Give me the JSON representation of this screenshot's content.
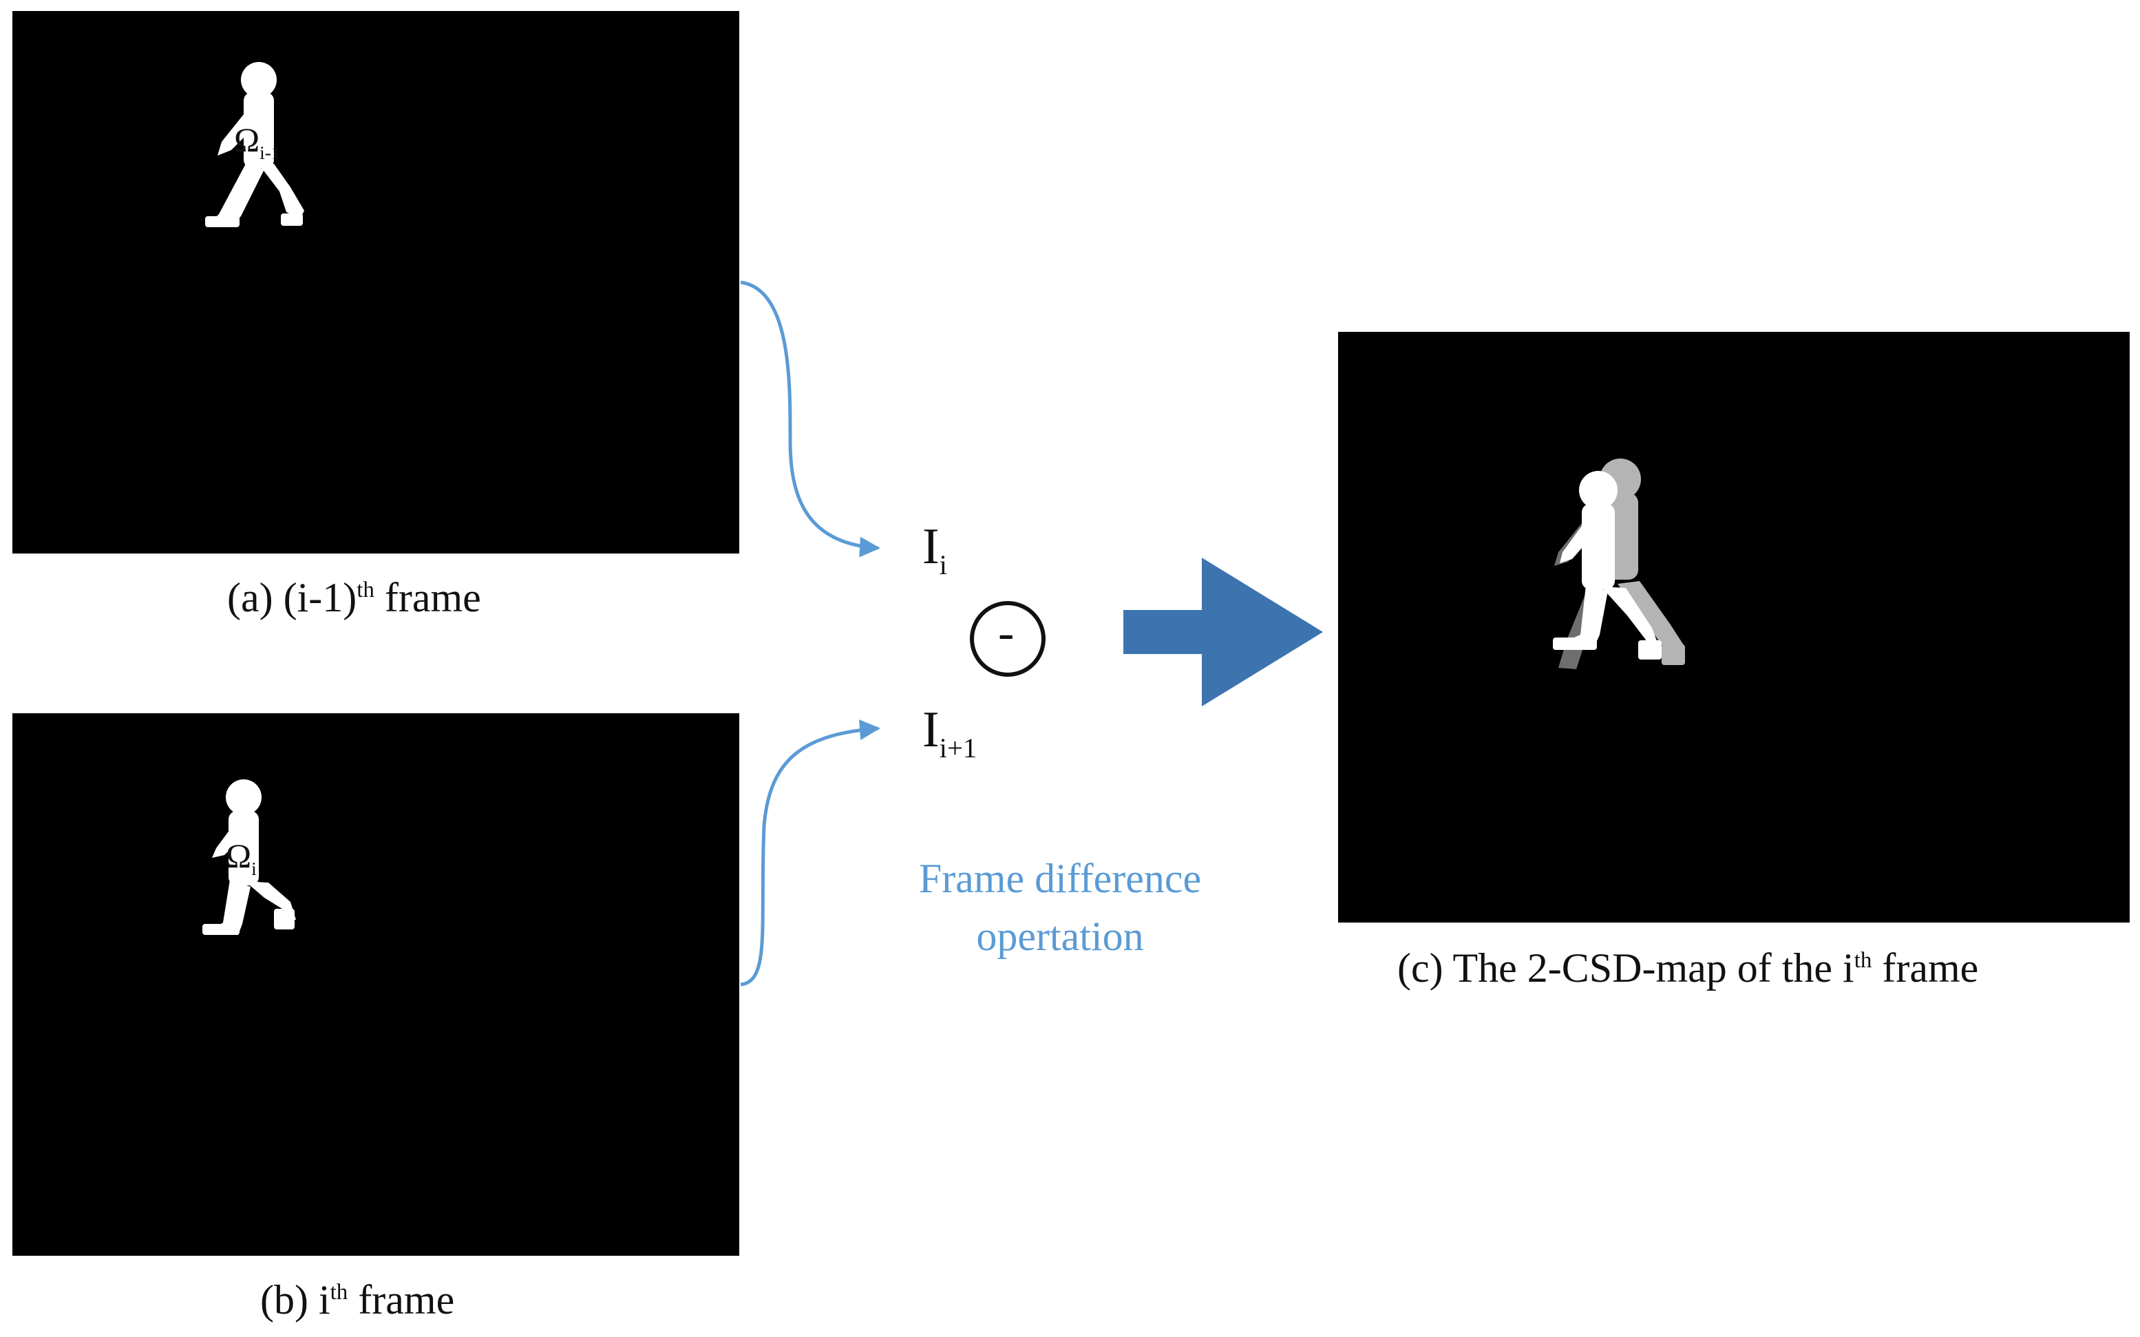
{
  "frames": {
    "a": {
      "caption_pre": "(a) (i-1)",
      "caption_sup": "th",
      "caption_post": " frame",
      "region_base": "Ω",
      "region_sub": "i-1"
    },
    "b": {
      "caption_pre": "(b) i",
      "caption_sup": "th",
      "caption_post": " frame",
      "region_base": "Ω",
      "region_sub": "i"
    },
    "c": {
      "caption_pre": "(c)  The 2-CSD-map of the i",
      "caption_sup": "th",
      "caption_post": " frame"
    }
  },
  "operation": {
    "input_top_base": "I",
    "input_top_sub": "i",
    "input_bottom_base": "I",
    "input_bottom_sub": "i+1",
    "operator": "-",
    "label_line1": "Frame difference",
    "label_line2": "opertation"
  },
  "colors": {
    "connector": "#5b9bd5",
    "big_arrow": "#3d74b0",
    "silhouette": "#ffffff",
    "shadow_dark": "#6e6e6e",
    "shadow_light": "#b4b4b4"
  }
}
